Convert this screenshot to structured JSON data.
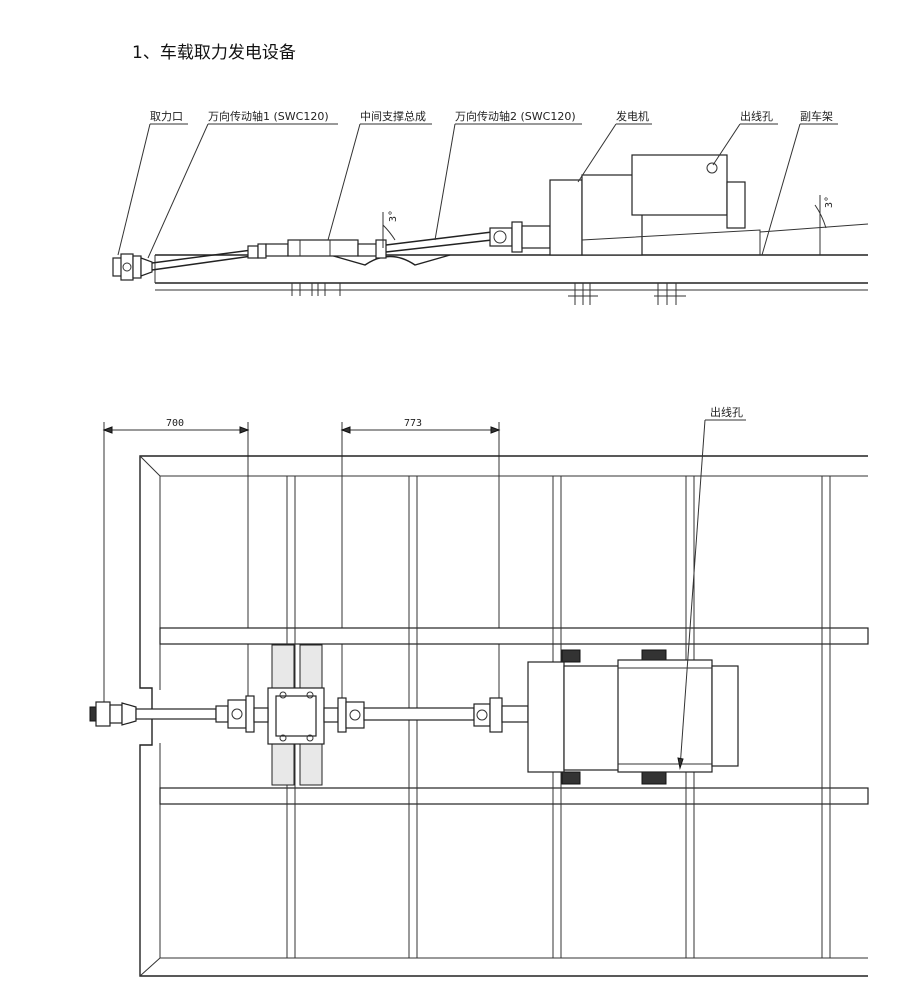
{
  "title": "1、车载取力发电设备",
  "side_view": {
    "labels": {
      "pto": "取力口",
      "shaft1": "万向传动轴1 (SWC120)",
      "middle_support": "中间支撑总成",
      "shaft2": "万向传动轴2 (SWC120)",
      "generator": "发电机",
      "cable_hole": "出线孔",
      "subframe": "副车架"
    },
    "angle_left": "3°",
    "angle_right": "3°"
  },
  "top_view": {
    "dim_1": "700",
    "dim_2": "773",
    "cable_hole": "出线孔"
  }
}
